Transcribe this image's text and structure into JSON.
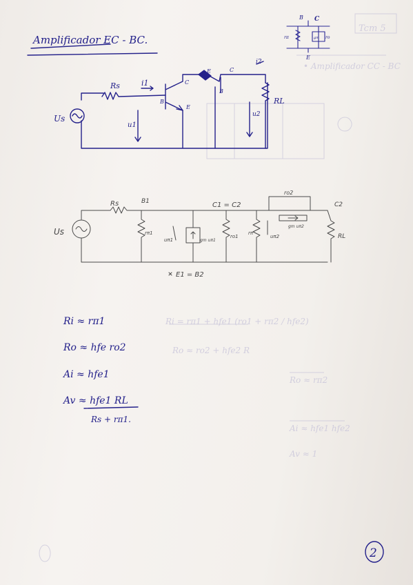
{
  "title": "Amplificador EC - BC.",
  "page_number": "2",
  "ec_schematic": {
    "rs": "Rs",
    "i1": "i1",
    "us": "Us",
    "u1": "u1",
    "b": "B",
    "c": "C",
    "e": "E",
    "c2": "C",
    "e2": "E",
    "b2": "B",
    "i2": "i2",
    "rl": "RL",
    "u2": "u2"
  },
  "inset": {
    "b": "B",
    "c": "C",
    "e": "E",
    "rpi": "rπ",
    "gm": "gm",
    "ro": "ro"
  },
  "small_signal": {
    "rs": "Rs",
    "b1": "B1",
    "us": "Us",
    "rpi1": "rπ1",
    "upi1": "uπ1",
    "gm": "gm uπ1",
    "c1c2": "C1 = C2",
    "ro1": "ro1",
    "ro2": "ro2",
    "gm2": "gm uπ2",
    "rpi2": "rπ",
    "upi2": "uπ2",
    "c2": "C2",
    "rl": "RL",
    "note": "E1 = B2"
  },
  "formulas": {
    "ri": "Ri ≈ rπ1",
    "ro": "Ro ≈ hfe ro2",
    "ai": "Ai ≈ hfe1",
    "av_num": "Av ≈ hfe1 RL",
    "av_den": "Rs + rπ1."
  }
}
